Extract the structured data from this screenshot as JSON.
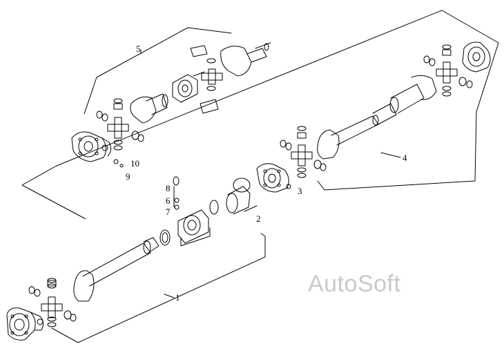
{
  "diagram": {
    "callouts": {
      "c1": "1",
      "c2": "2",
      "c3": "3",
      "c4": "4",
      "c5": "5",
      "c6": "6",
      "c7": "7",
      "c8": "8",
      "c9": "9",
      "c10": "10"
    },
    "watermark": "AutoSoft"
  }
}
